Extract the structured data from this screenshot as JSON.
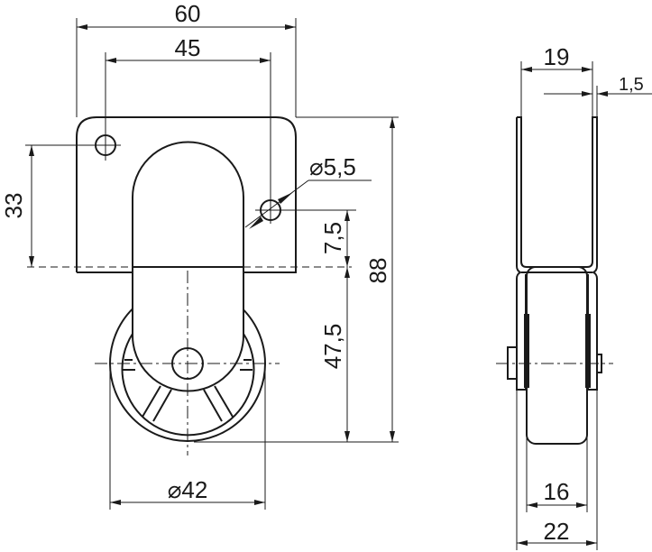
{
  "drawing": {
    "front_view": {
      "width_overall": "60",
      "hole_spacing": "45",
      "hole_vertical_spacing": "33",
      "hole_diameter": "⌀5,5",
      "hole_to_edge": "7,5",
      "axle_height": "47,5",
      "total_height": "88",
      "wheel_diameter": "⌀42"
    },
    "side_view": {
      "bracket_inner_width": "19",
      "plate_thickness": "1,5",
      "wheel_width": "16",
      "overall_width": "22"
    }
  }
}
